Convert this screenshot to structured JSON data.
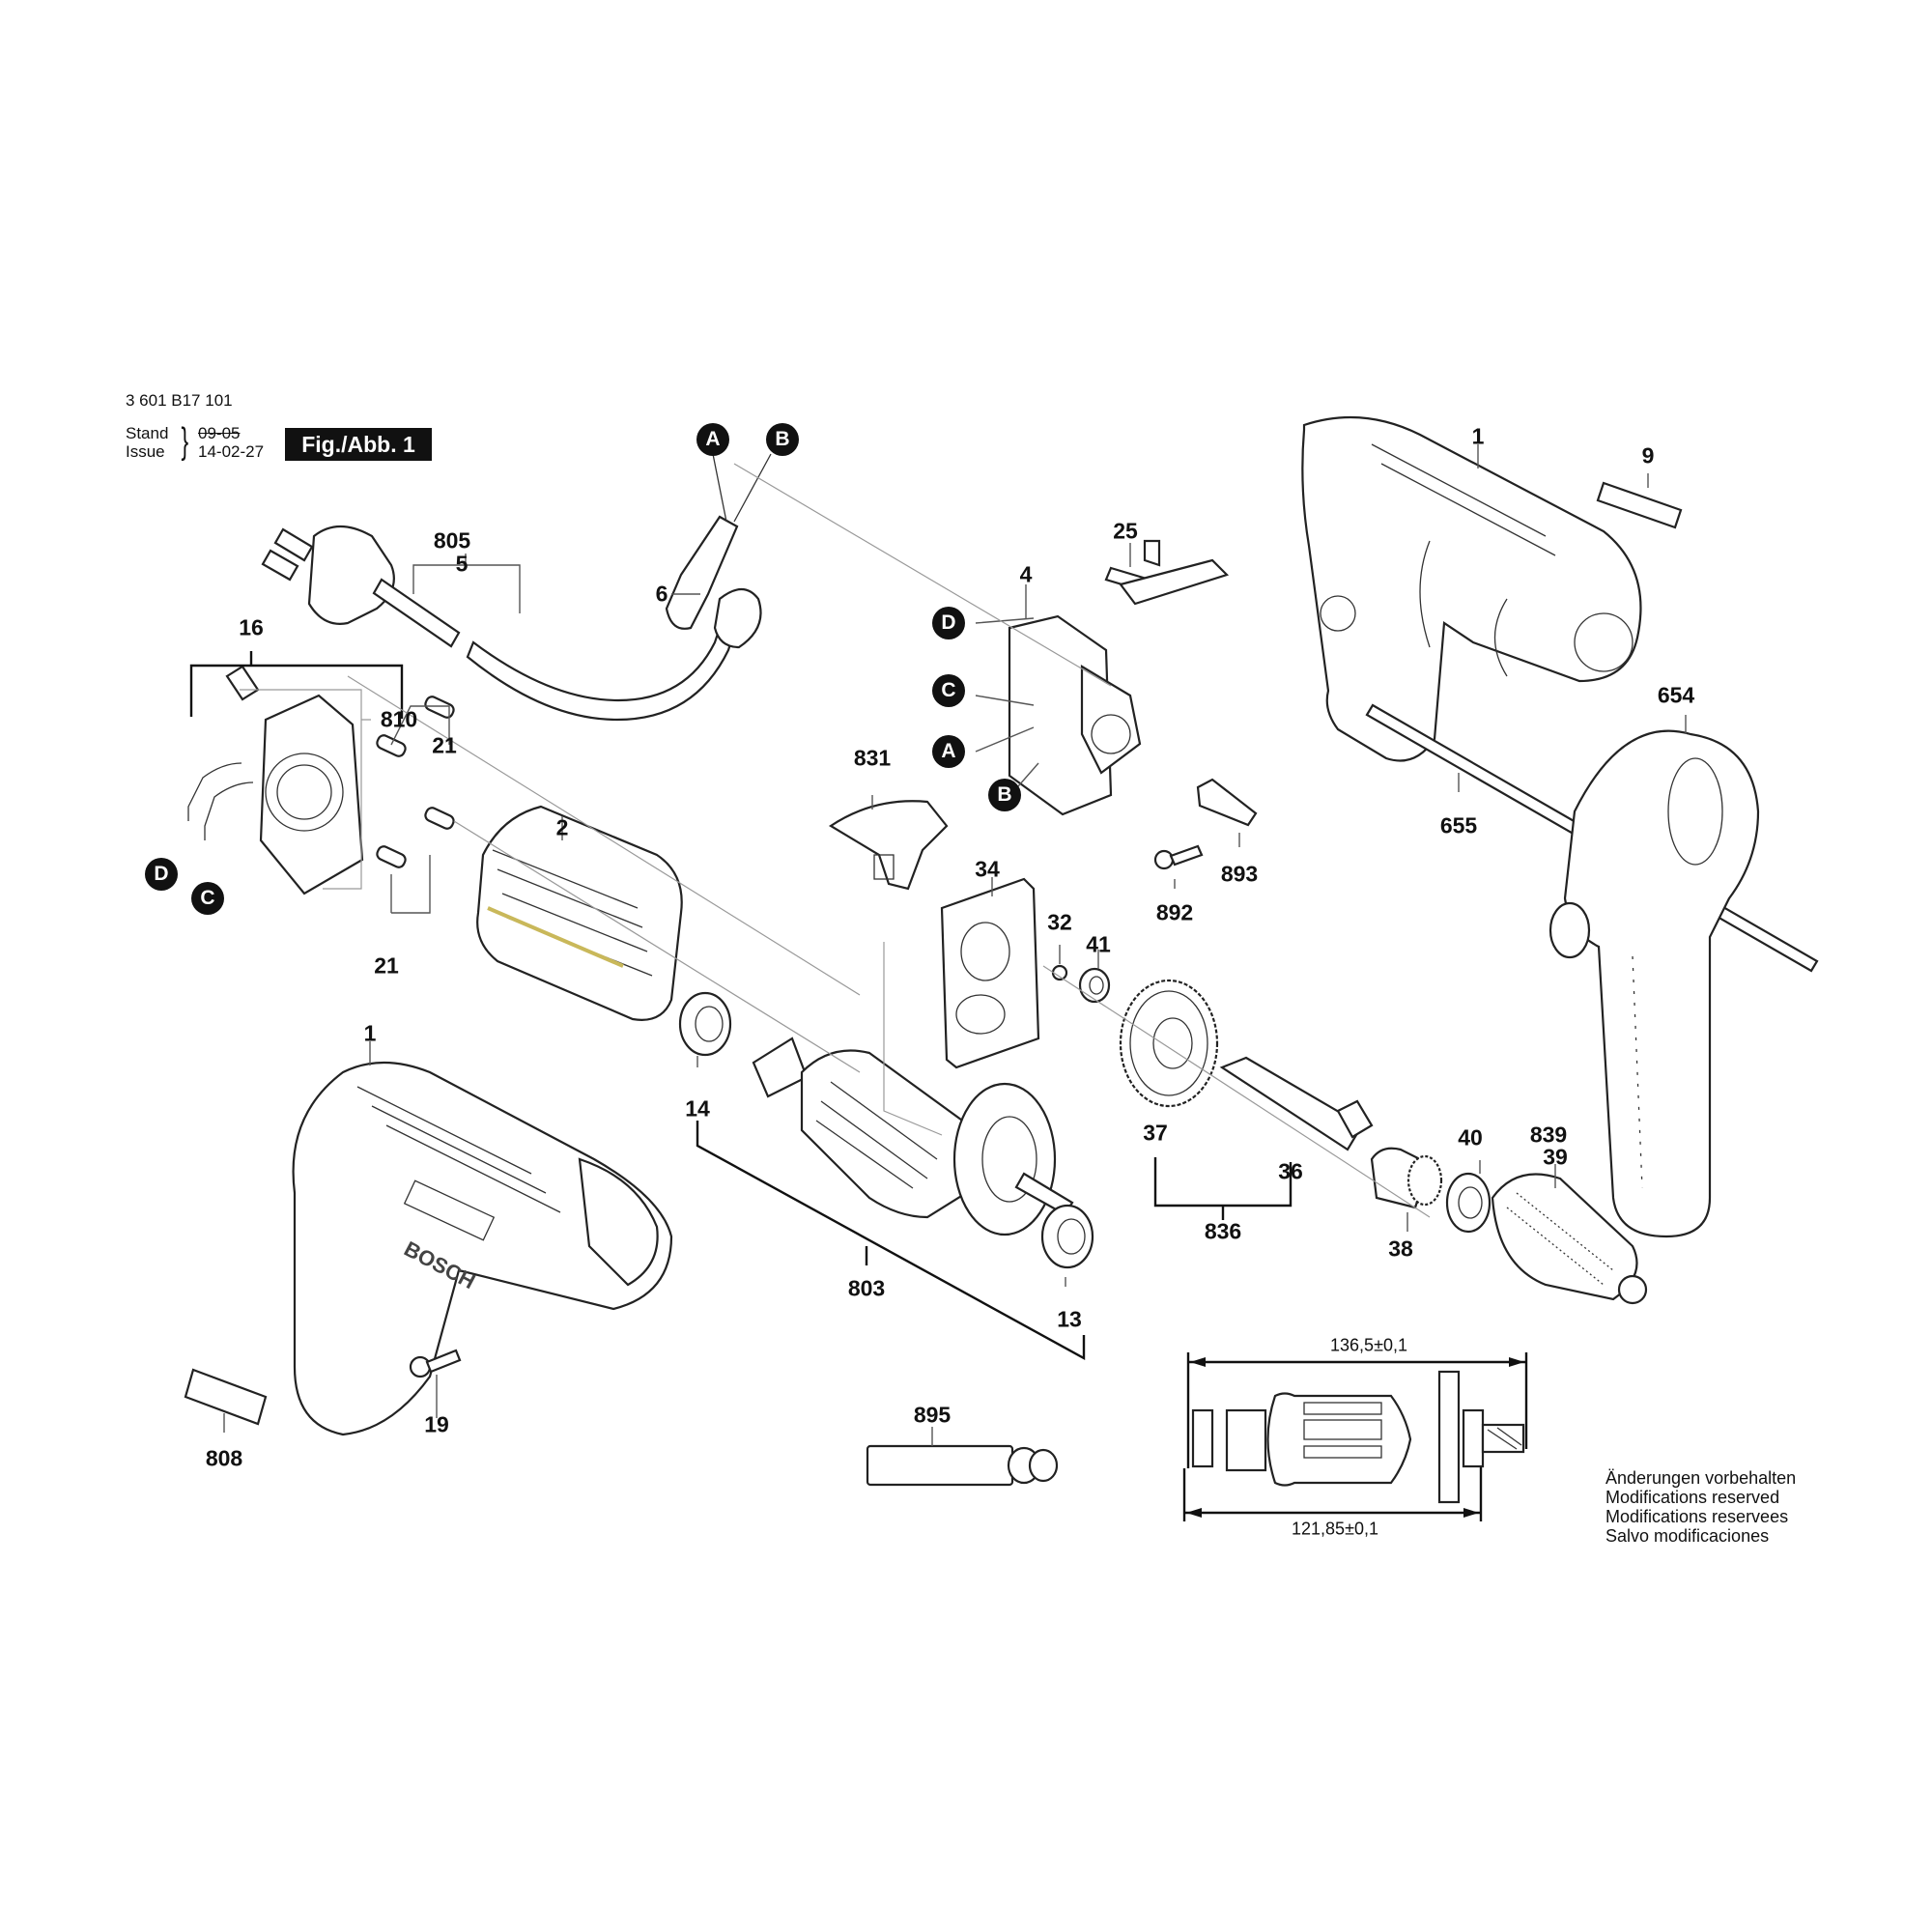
{
  "header": {
    "part_number": "3 601 B17 101",
    "stand_label": "Stand",
    "issue_label": "Issue",
    "stand_date_struck": "09-05",
    "issue_date": "14-02-27",
    "figure_label": "Fig./Abb. 1"
  },
  "connectors": [
    "A",
    "B",
    "C",
    "D"
  ],
  "part_labels": {
    "p805": "805",
    "p5": "5",
    "p6": "6",
    "p16": "16",
    "p810": "810",
    "p21a": "21",
    "p21b": "21",
    "p2": "2",
    "p1a": "1",
    "p14": "14",
    "p803": "803",
    "p13": "13",
    "p19": "19",
    "p808": "808",
    "p4": "4",
    "p25": "25",
    "p831": "831",
    "p34": "34",
    "p32": "32",
    "p41": "41",
    "p37": "37",
    "p36": "36",
    "p836": "836",
    "p38": "38",
    "p40": "40",
    "p839": "839",
    "p39": "39",
    "p1b": "1",
    "p9": "9",
    "p654": "654",
    "p655": "655",
    "p892": "892",
    "p893": "893",
    "p895": "895"
  },
  "dimensions": {
    "overall_length": "136,5±0,1",
    "bearing_length": "121,85±0,1"
  },
  "brand_text": "BOSCH",
  "notice": [
    "Änderungen vorbehalten",
    "Modifications reserved",
    "Modifications reservees",
    "Salvo modificaciones"
  ]
}
